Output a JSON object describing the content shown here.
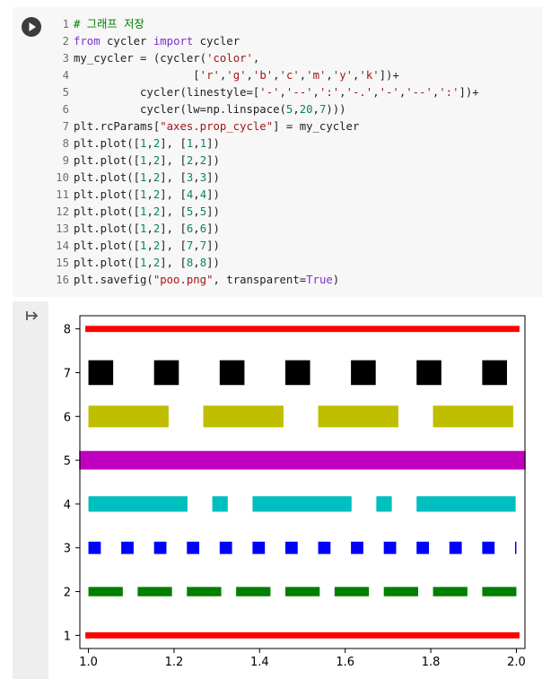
{
  "code_cell": {
    "run_label": "Run cell",
    "lines": [
      {
        "n": "1",
        "parts": [
          {
            "t": "# 그래프 저장",
            "c": "cm"
          }
        ]
      },
      {
        "n": "2",
        "parts": [
          {
            "t": "from",
            "c": "kw"
          },
          {
            "t": " cycler "
          },
          {
            "t": "import",
            "c": "kw"
          },
          {
            "t": " cycler"
          }
        ]
      },
      {
        "n": "3",
        "parts": [
          {
            "t": "my_cycler = (cycler("
          },
          {
            "t": "'color'",
            "c": "str"
          },
          {
            "t": ","
          }
        ]
      },
      {
        "n": "4",
        "parts": [
          {
            "t": "                  ["
          },
          {
            "t": "'r'",
            "c": "str"
          },
          {
            "t": ","
          },
          {
            "t": "'g'",
            "c": "str"
          },
          {
            "t": ","
          },
          {
            "t": "'b'",
            "c": "str"
          },
          {
            "t": ","
          },
          {
            "t": "'c'",
            "c": "str"
          },
          {
            "t": ","
          },
          {
            "t": "'m'",
            "c": "str"
          },
          {
            "t": ","
          },
          {
            "t": "'y'",
            "c": "str"
          },
          {
            "t": ","
          },
          {
            "t": "'k'",
            "c": "str"
          },
          {
            "t": "])+"
          }
        ]
      },
      {
        "n": "5",
        "parts": [
          {
            "t": "          cycler(linestyle=["
          },
          {
            "t": "'-'",
            "c": "str"
          },
          {
            "t": ","
          },
          {
            "t": "'--'",
            "c": "str"
          },
          {
            "t": ","
          },
          {
            "t": "':'",
            "c": "str"
          },
          {
            "t": ","
          },
          {
            "t": "'-.'",
            "c": "str"
          },
          {
            "t": ","
          },
          {
            "t": "'-'",
            "c": "str"
          },
          {
            "t": ","
          },
          {
            "t": "'--'",
            "c": "str"
          },
          {
            "t": ","
          },
          {
            "t": "':'",
            "c": "str"
          },
          {
            "t": "])+"
          }
        ]
      },
      {
        "n": "6",
        "parts": [
          {
            "t": "          cycler(lw=np.linspace("
          },
          {
            "t": "5",
            "c": "num"
          },
          {
            "t": ","
          },
          {
            "t": "20",
            "c": "num"
          },
          {
            "t": ","
          },
          {
            "t": "7",
            "c": "num"
          },
          {
            "t": ")))"
          }
        ]
      },
      {
        "n": "7",
        "parts": [
          {
            "t": "plt.rcParams["
          },
          {
            "t": "\"axes.prop_cycle\"",
            "c": "str"
          },
          {
            "t": "] = my_cycler"
          }
        ]
      },
      {
        "n": "8",
        "parts": [
          {
            "t": "plt.plot(["
          },
          {
            "t": "1",
            "c": "num"
          },
          {
            "t": ","
          },
          {
            "t": "2",
            "c": "num"
          },
          {
            "t": "], ["
          },
          {
            "t": "1",
            "c": "num"
          },
          {
            "t": ","
          },
          {
            "t": "1",
            "c": "num"
          },
          {
            "t": "])"
          }
        ]
      },
      {
        "n": "9",
        "parts": [
          {
            "t": "plt.plot(["
          },
          {
            "t": "1",
            "c": "num"
          },
          {
            "t": ","
          },
          {
            "t": "2",
            "c": "num"
          },
          {
            "t": "], ["
          },
          {
            "t": "2",
            "c": "num"
          },
          {
            "t": ","
          },
          {
            "t": "2",
            "c": "num"
          },
          {
            "t": "])"
          }
        ]
      },
      {
        "n": "10",
        "parts": [
          {
            "t": "plt.plot(["
          },
          {
            "t": "1",
            "c": "num"
          },
          {
            "t": ","
          },
          {
            "t": "2",
            "c": "num"
          },
          {
            "t": "], ["
          },
          {
            "t": "3",
            "c": "num"
          },
          {
            "t": ","
          },
          {
            "t": "3",
            "c": "num"
          },
          {
            "t": "])"
          }
        ]
      },
      {
        "n": "11",
        "parts": [
          {
            "t": "plt.plot(["
          },
          {
            "t": "1",
            "c": "num"
          },
          {
            "t": ","
          },
          {
            "t": "2",
            "c": "num"
          },
          {
            "t": "], ["
          },
          {
            "t": "4",
            "c": "num"
          },
          {
            "t": ","
          },
          {
            "t": "4",
            "c": "num"
          },
          {
            "t": "])"
          }
        ]
      },
      {
        "n": "12",
        "parts": [
          {
            "t": "plt.plot(["
          },
          {
            "t": "1",
            "c": "num"
          },
          {
            "t": ","
          },
          {
            "t": "2",
            "c": "num"
          },
          {
            "t": "], ["
          },
          {
            "t": "5",
            "c": "num"
          },
          {
            "t": ","
          },
          {
            "t": "5",
            "c": "num"
          },
          {
            "t": "])"
          }
        ]
      },
      {
        "n": "13",
        "parts": [
          {
            "t": "plt.plot(["
          },
          {
            "t": "1",
            "c": "num"
          },
          {
            "t": ","
          },
          {
            "t": "2",
            "c": "num"
          },
          {
            "t": "], ["
          },
          {
            "t": "6",
            "c": "num"
          },
          {
            "t": ","
          },
          {
            "t": "6",
            "c": "num"
          },
          {
            "t": "])"
          }
        ]
      },
      {
        "n": "14",
        "parts": [
          {
            "t": "plt.plot(["
          },
          {
            "t": "1",
            "c": "num"
          },
          {
            "t": ","
          },
          {
            "t": "2",
            "c": "num"
          },
          {
            "t": "], ["
          },
          {
            "t": "7",
            "c": "num"
          },
          {
            "t": ","
          },
          {
            "t": "7",
            "c": "num"
          },
          {
            "t": "])"
          }
        ]
      },
      {
        "n": "15",
        "parts": [
          {
            "t": "plt.plot(["
          },
          {
            "t": "1",
            "c": "num"
          },
          {
            "t": ","
          },
          {
            "t": "2",
            "c": "num"
          },
          {
            "t": "], ["
          },
          {
            "t": "8",
            "c": "num"
          },
          {
            "t": ","
          },
          {
            "t": "8",
            "c": "num"
          },
          {
            "t": "])"
          }
        ]
      },
      {
        "n": "16",
        "parts": [
          {
            "t": "plt.savefig("
          },
          {
            "t": "\"poo.png\"",
            "c": "str"
          },
          {
            "t": ", transparent="
          },
          {
            "t": "True",
            "c": "kw"
          },
          {
            "t": ")"
          }
        ]
      }
    ]
  },
  "output": {
    "icon": "output-arrow-icon"
  },
  "chart_data": {
    "type": "line",
    "xlim": [
      0.98,
      2.02
    ],
    "ylim": [
      0.7,
      8.3
    ],
    "xticks": [
      "1.0",
      "1.2",
      "1.4",
      "1.6",
      "1.8",
      "2.0"
    ],
    "yticks": [
      "1",
      "2",
      "3",
      "4",
      "5",
      "6",
      "7",
      "8"
    ],
    "grid": false,
    "series": [
      {
        "x": [
          1,
          2
        ],
        "y": [
          1,
          1
        ],
        "color": "#ff0000",
        "linestyle": "-",
        "lw": 5.0
      },
      {
        "x": [
          1,
          2
        ],
        "y": [
          2,
          2
        ],
        "color": "#008000",
        "linestyle": "--",
        "lw": 7.5
      },
      {
        "x": [
          1,
          2
        ],
        "y": [
          3,
          3
        ],
        "color": "#0000ff",
        "linestyle": ":",
        "lw": 10.0
      },
      {
        "x": [
          1,
          2
        ],
        "y": [
          4,
          4
        ],
        "color": "#00bfbf",
        "linestyle": "-.",
        "lw": 12.5
      },
      {
        "x": [
          1,
          2
        ],
        "y": [
          5,
          5
        ],
        "color": "#bf00bf",
        "linestyle": "-",
        "lw": 15.0
      },
      {
        "x": [
          1,
          2
        ],
        "y": [
          6,
          6
        ],
        "color": "#bfbf00",
        "linestyle": "--",
        "lw": 17.5
      },
      {
        "x": [
          1,
          2
        ],
        "y": [
          7,
          7
        ],
        "color": "#000000",
        "linestyle": ":",
        "lw": 20.0
      },
      {
        "x": [
          1,
          2
        ],
        "y": [
          8,
          8
        ],
        "color": "#ff0000",
        "linestyle": "-",
        "lw": 5.0
      }
    ]
  }
}
